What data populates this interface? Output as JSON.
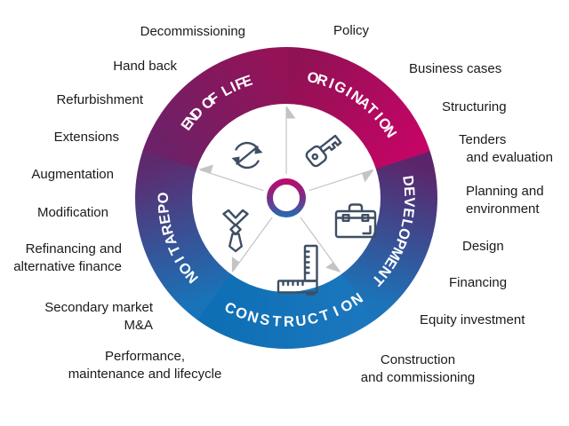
{
  "diagram": {
    "ring": {
      "text_color": "#ffffff",
      "spoke_color": "#c2c4c6",
      "icon_color": "#3e4f63",
      "center_ring_colors": [
        "#c40768",
        "#7c2d86",
        "#1d70b7"
      ],
      "segments": [
        {
          "label": "ORIGINATION",
          "color_start": "#8f1254",
          "color_end": "#c30565",
          "icon": "key-icon"
        },
        {
          "label": "DEVELOPMENT",
          "color_start": "#5c2569",
          "color_end": "#1b74b9",
          "icon": "briefcase-icon"
        },
        {
          "label": "CONSTRUCTION",
          "color_start": "#1b77bd",
          "color_end": "#0e6fb4",
          "icon": "ruler-icon"
        },
        {
          "label": "OPERATION",
          "color_start": "#1973b8",
          "color_end": "#5e2a6e",
          "icon": "tie-icon"
        },
        {
          "label": "END OF LIFE",
          "color_start": "#6c2168",
          "color_end": "#951257",
          "icon": "recycle-icon"
        }
      ]
    },
    "outer_labels": {
      "left": [
        "Decommissioning",
        "Hand back",
        "Refurbishment",
        "Extensions",
        "Augmentation",
        "Modification",
        "Refinancing and\nalternative finance",
        "Secondary market\nM&A",
        "Performance,\nmaintenance and lifecycle"
      ],
      "right": [
        "Policy",
        "Business cases",
        "Structuring",
        "Tenders\n  and evaluation",
        "Planning and\nenvironment",
        "Design",
        "Financing",
        "Equity investment",
        "Construction\nand commissioning"
      ]
    }
  }
}
